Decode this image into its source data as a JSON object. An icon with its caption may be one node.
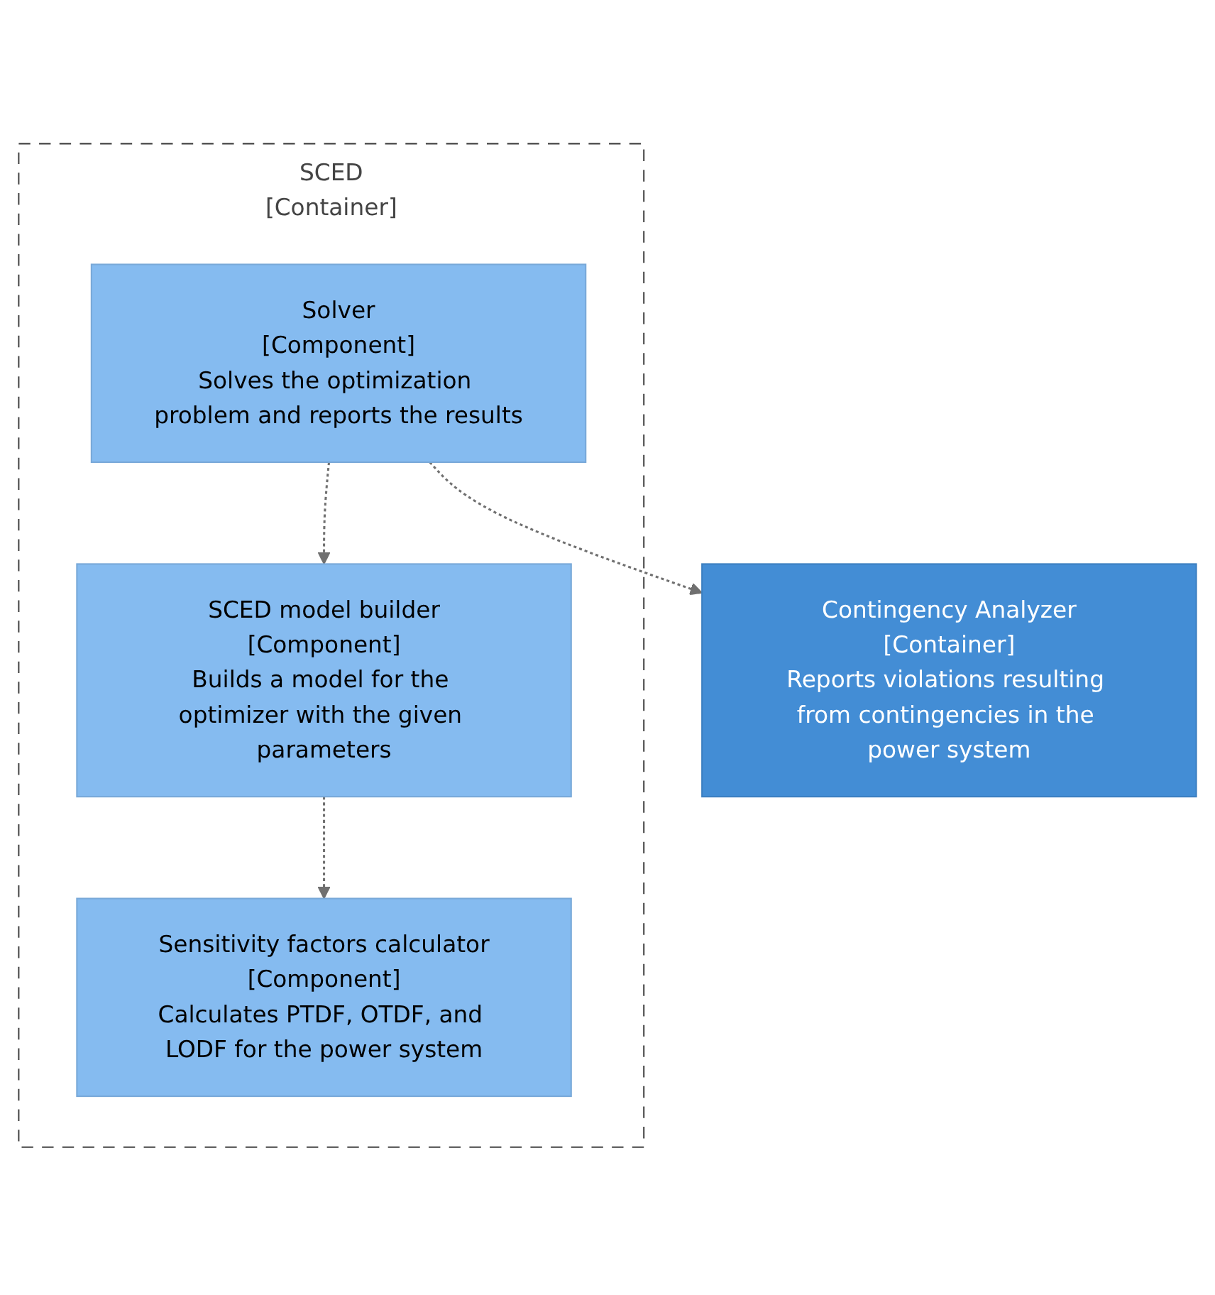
{
  "diagram": {
    "nodes": [
      {
        "text": [
          "Contingency Analyzer",
          "[Container]",
          "Reports violations resulting from contingencies in the power system"
        ]
      },
      {
        "text": [
          "SCED",
          "[Container]"
        ]
      },
      {
        "text": [
          "Solver",
          "[Component]",
          "Solves the optimization problem and reports the results"
        ],
        "in": 1
      },
      {
        "text": [
          "SCED model builder",
          "[Component]",
          "Builds a model for the optimizer with the given parameters"
        ],
        "in": 1
      },
      {
        "text": [
          "Sensitivity factors calculator",
          "[Component]",
          "Calculates PTDF, OTDF, and LODF for the power system"
        ],
        "in": 1
      }
    ],
    "edges": [
      {
        "from": 2,
        "to": 0,
        "arrow": "to",
        "style": "dashed"
      },
      {
        "from": 2,
        "to": 3,
        "arrow": "to",
        "style": "dashed"
      },
      {
        "from": 3,
        "to": 4,
        "arrow": "to",
        "style": "dashed"
      }
    ]
  }
}
